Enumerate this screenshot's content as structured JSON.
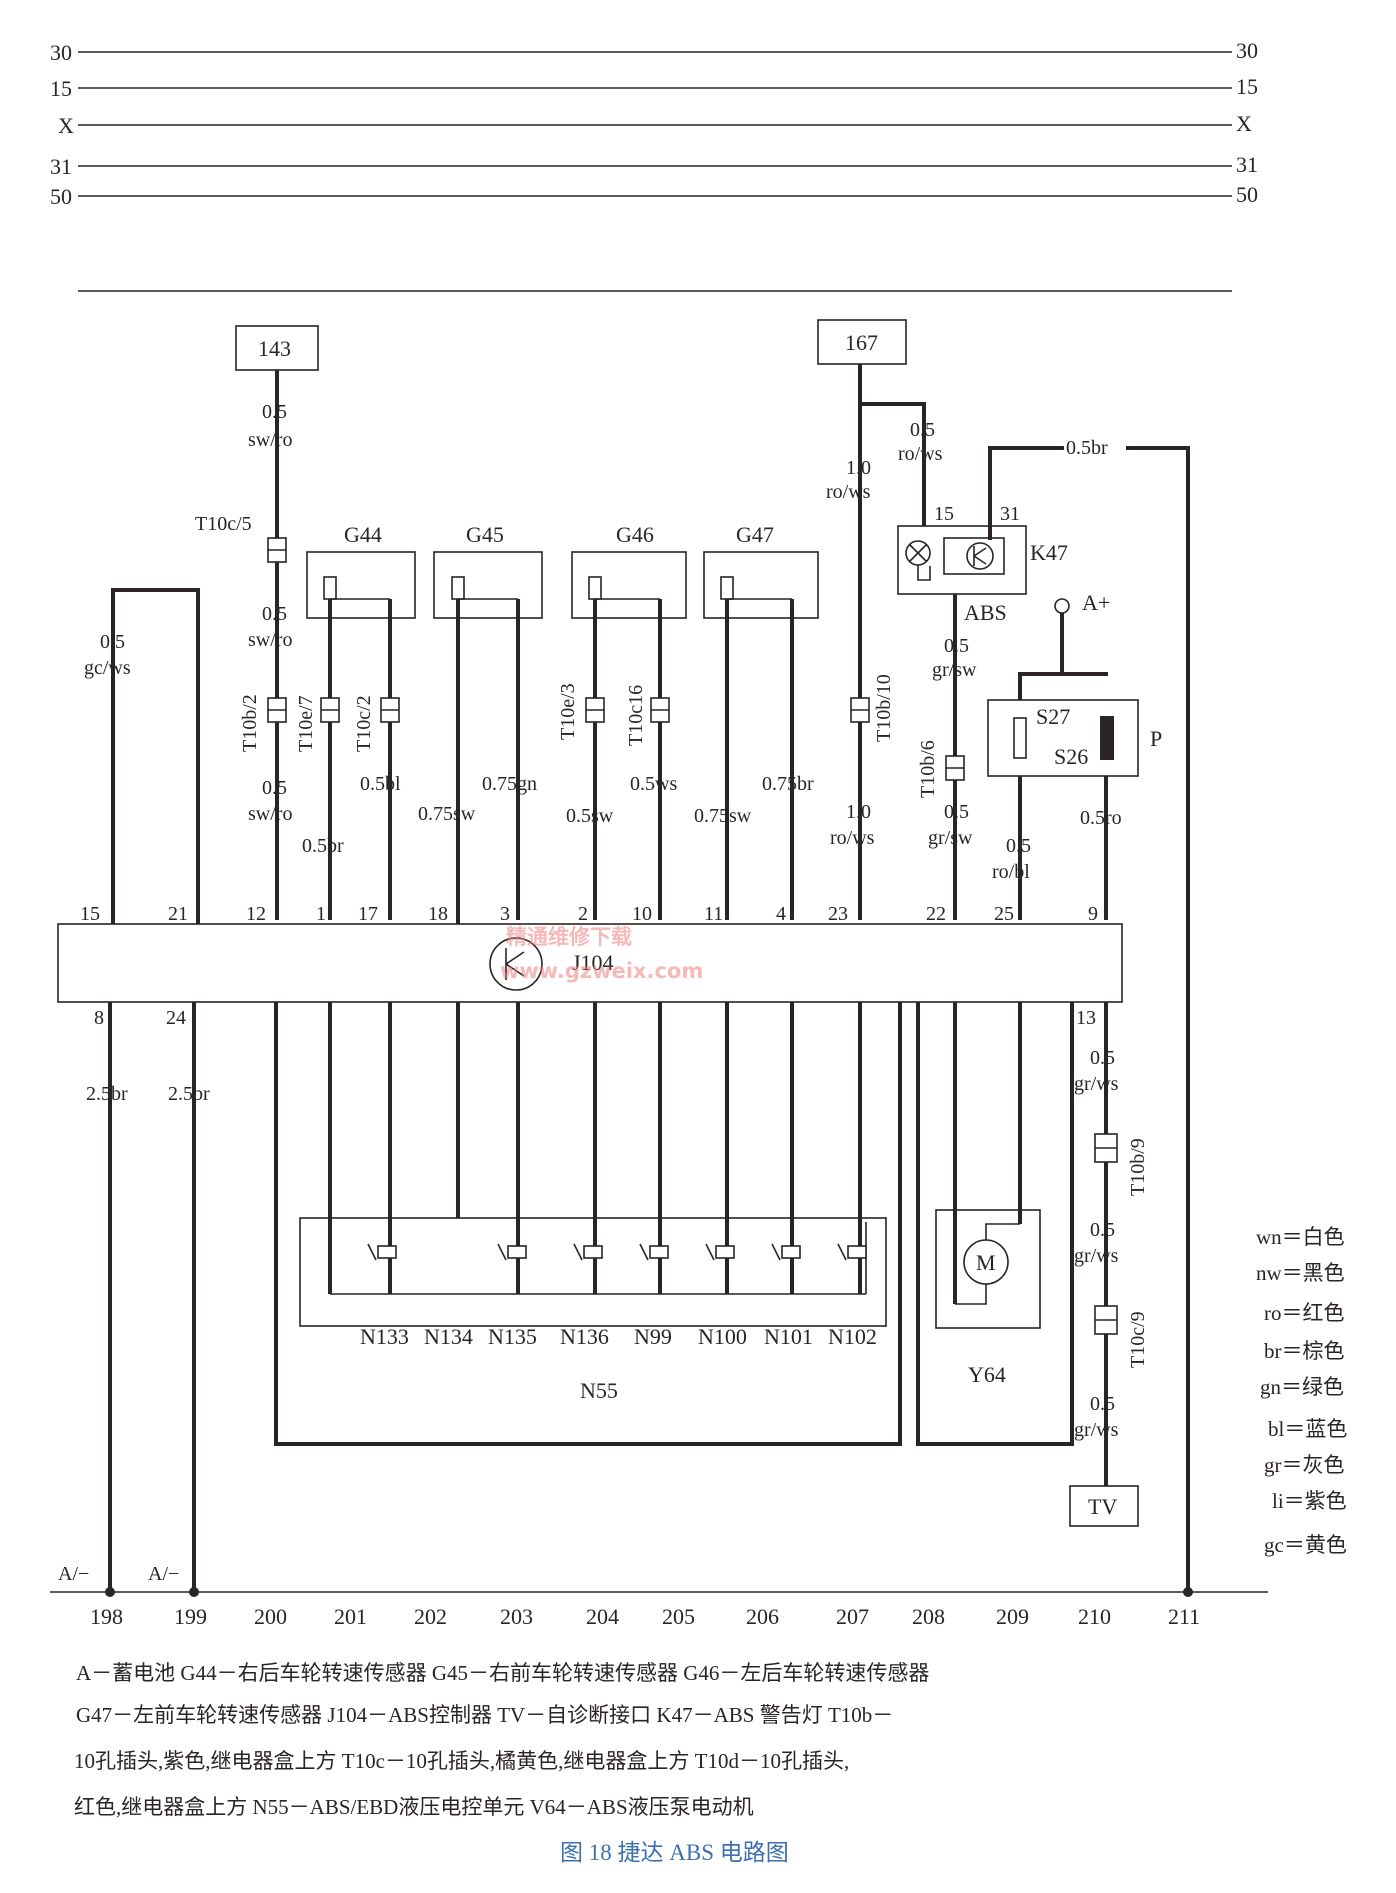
{
  "rails": {
    "left": [
      "30",
      "15",
      "X",
      "31",
      "50"
    ],
    "right": [
      "30",
      "15",
      "X",
      "31",
      "50"
    ]
  },
  "boxes": {
    "b143": "143",
    "b167": "167",
    "tv": "TV"
  },
  "components": {
    "g44": "G44",
    "g45": "G45",
    "g46": "G46",
    "g47": "G47",
    "k47": "K47",
    "abs": "ABS",
    "a_plus": "A+",
    "s27": "S27",
    "s26": "S26",
    "p": "P",
    "j104": "J104",
    "y64": "Y64",
    "n55": "N55",
    "motor": "M",
    "k47_pin15": "15",
    "k47_pin31": "31"
  },
  "solenoids": [
    "N133",
    "N134",
    "N135",
    "N136",
    "N99",
    "N100",
    "N101",
    "N102"
  ],
  "connectors": {
    "t10c5": "T10c/5",
    "t10b2": "T10b/2",
    "t10e7": "T10e/7",
    "t10c2": "T10c/2",
    "t10e3": "T10e/3",
    "t10c16": "T10c16",
    "t10b10": "T10b/10",
    "t10b6": "T10b/6",
    "t10b9": "T10b/9",
    "t10c9": "T10c/9"
  },
  "wires": {
    "w143a_s": "0.5",
    "w143a_c": "sw/ro",
    "w143b_s": "0.5",
    "w143b_c": "sw/ro",
    "w143c_s": "0.5",
    "w143c_c": "sw/ro",
    "wgc_s": "0.5",
    "wgc_c": "gc/ws",
    "w_05br": "0.5br",
    "w_05bl": "0.5bl",
    "w_075sw_a": "0.75sw",
    "w_075gn": "0.75gn",
    "w_05sw": "0.5sw",
    "w_05ws": "0.5ws",
    "w_075sw_b": "0.75sw",
    "w_075br": "0.75br",
    "w167a_s": "1.0",
    "w167a_c": "ro/ws",
    "w167b_s": "1.0",
    "w167b_c": "ro/ws",
    "wk_s": "0.5",
    "wk_c": "ro/ws",
    "w_br_top": "0.5br",
    "wgs1_s": "0.5",
    "wgs1_c": "gr/sw",
    "wgs2_s": "0.5",
    "wgs2_c": "gr/sw",
    "wrobl_s": "0.5",
    "wrobl_c": "ro/bl",
    "w_05ro": "0.5ro",
    "wgw1_s": "0.5",
    "wgw1_c": "gr/ws",
    "wgw2_s": "0.5",
    "wgw2_c": "gr/ws",
    "wgw3_s": "0.5",
    "wgw3_c": "gr/ws",
    "w25br_a": "2.5br",
    "w25br_b": "2.5br"
  },
  "pins_top": [
    "15",
    "21",
    "12",
    "1",
    "17",
    "18",
    "3",
    "2",
    "10",
    "11",
    "4",
    "23",
    "22",
    "25",
    "9"
  ],
  "pins_bottom": [
    "8",
    "24",
    "13"
  ],
  "ground_labels": [
    "A/−",
    "A/−"
  ],
  "bottom_numbers": [
    "198",
    "199",
    "200",
    "201",
    "202",
    "203",
    "204",
    "205",
    "206",
    "207",
    "208",
    "209",
    "210",
    "211"
  ],
  "legend": [
    "wn＝白色",
    "nw＝黑色",
    "ro＝红色",
    "br＝棕色",
    "gn＝绿色",
    "bl＝蓝色",
    "gr＝灰色",
    "li＝紫色",
    "gc＝黄色"
  ],
  "watermark": {
    "cn": "精通维修下载",
    "url": "www.gzweix.com"
  },
  "description": [
    "A－蓄电池   G44－右后车轮转速传感器   G45－右前车轮转速传感器   G46－左后车轮转速传感器",
    "G47－左前车轮转速传感器   J104－ABS控制器   TV－自诊断接口   K47－ABS 警告灯   T10b－",
    "10孔插头,紫色,继电器盒上方   T10c－10孔插头,橘黄色,继电器盒上方   T10d－10孔插头,",
    "红色,继电器盒上方   N55－ABS/EBD液压电控单元   V64－ABS液压泵电动机"
  ],
  "caption": "图 18    捷达 ABS 电路图",
  "colors": {
    "ink": "#2a2424",
    "caption": "#3b6fb0",
    "watermark": "#f08080"
  }
}
